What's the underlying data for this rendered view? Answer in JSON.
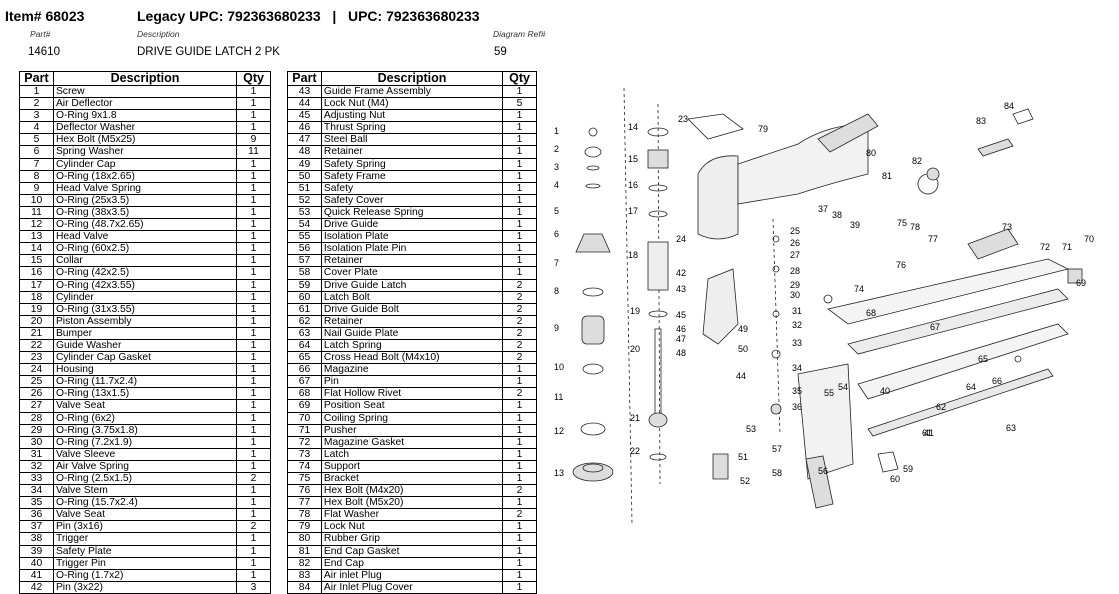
{
  "header": {
    "item_label": "Item#",
    "item_number": "68023",
    "legacy_upc_label": "Legacy UPC:",
    "legacy_upc": "792363680233",
    "separator": "|",
    "upc_label": "UPC:",
    "upc": "792363680233"
  },
  "subheader": {
    "part_label": "Part#",
    "description_label": "Description",
    "diagram_ref_label": "Diagram Ref#",
    "part_value": "14610",
    "description_value": "DRIVE GUIDE LATCH 2 PK",
    "diagram_ref_value": "59"
  },
  "table_headers": {
    "part": "Part",
    "description": "Description",
    "qty": "Qty"
  },
  "parts_left": [
    [
      "1",
      "Screw",
      "1"
    ],
    [
      "2",
      "Air Deflector",
      "1"
    ],
    [
      "3",
      "O-Ring 9x1.8",
      "1"
    ],
    [
      "4",
      "Deflector Washer",
      "1"
    ],
    [
      "5",
      "Hex Bolt (M5x25)",
      "9"
    ],
    [
      "6",
      "Spring Washer",
      "11"
    ],
    [
      "7",
      "Cylinder Cap",
      "1"
    ],
    [
      "8",
      "O-Ring (18x2.65)",
      "1"
    ],
    [
      "9",
      "Head Valve Spring",
      "1"
    ],
    [
      "10",
      "O-Ring (25x3.5)",
      "1"
    ],
    [
      "11",
      "O-Ring (38x3.5)",
      "1"
    ],
    [
      "12",
      "O-Ring (48.7x2.65)",
      "1"
    ],
    [
      "13",
      "Head Valve",
      "1"
    ],
    [
      "14",
      "O-Ring (60x2.5)",
      "1"
    ],
    [
      "15",
      "Collar",
      "1"
    ],
    [
      "16",
      "O-Ring (42x2.5)",
      "1"
    ],
    [
      "17",
      "O-Ring (42x3.55)",
      "1"
    ],
    [
      "18",
      "Cylinder",
      "1"
    ],
    [
      "19",
      "O-Ring (31x3.55)",
      "1"
    ],
    [
      "20",
      "Piston Assembly",
      "1"
    ],
    [
      "21",
      "Bumper",
      "1"
    ],
    [
      "22",
      "Guide Washer",
      "1"
    ],
    [
      "23",
      "Cylinder Cap Gasket",
      "1"
    ],
    [
      "24",
      "Housing",
      "1"
    ],
    [
      "25",
      "O-Ring (11.7x2.4)",
      "1"
    ],
    [
      "26",
      "O-Ring (13x1.5)",
      "1"
    ],
    [
      "27",
      "Valve Seat",
      "1"
    ],
    [
      "28",
      "O-Ring (6x2)",
      "1"
    ],
    [
      "29",
      "O-Ring (3.75x1.8)",
      "1"
    ],
    [
      "30",
      "O-Ring (7.2x1.9)",
      "1"
    ],
    [
      "31",
      "Valve Sleeve",
      "1"
    ],
    [
      "32",
      "Air Valve Spring",
      "1"
    ],
    [
      "33",
      "O-Ring (2.5x1.5)",
      "2"
    ],
    [
      "34",
      "Valve Stem",
      "1"
    ],
    [
      "35",
      "O-Ring (15.7x2.4)",
      "1"
    ],
    [
      "36",
      "Valve Seat",
      "1"
    ],
    [
      "37",
      "Pin (3x16)",
      "2"
    ],
    [
      "38",
      "Trigger",
      "1"
    ],
    [
      "39",
      "Safety Plate",
      "1"
    ],
    [
      "40",
      "Trigger Pin",
      "1"
    ],
    [
      "41",
      "O-Ring (1.7x2)",
      "1"
    ],
    [
      "42",
      "Pin (3x22)",
      "3"
    ]
  ],
  "parts_right": [
    [
      "43",
      "Guide Frame Assembly",
      "1"
    ],
    [
      "44",
      "Lock Nut (M4)",
      "5"
    ],
    [
      "45",
      "Adjusting Nut",
      "1"
    ],
    [
      "46",
      "Thrust Spring",
      "1"
    ],
    [
      "47",
      "Steel Ball",
      "1"
    ],
    [
      "48",
      "Retainer",
      "1"
    ],
    [
      "49",
      "Safety Spring",
      "1"
    ],
    [
      "50",
      "Safety Frame",
      "1"
    ],
    [
      "51",
      "Safety",
      "1"
    ],
    [
      "52",
      "Safety Cover",
      "1"
    ],
    [
      "53",
      "Quick Release Spring",
      "1"
    ],
    [
      "54",
      "Drive Guide",
      "1"
    ],
    [
      "55",
      "Isolation Plate",
      "1"
    ],
    [
      "56",
      "Isolation Plate Pin",
      "1"
    ],
    [
      "57",
      "Retainer",
      "1"
    ],
    [
      "58",
      "Cover Plate",
      "1"
    ],
    [
      "59",
      "Drive Guide Latch",
      "2"
    ],
    [
      "60",
      "Latch Bolt",
      "2"
    ],
    [
      "61",
      "Drive Guide Bolt",
      "2"
    ],
    [
      "62",
      "Retainer",
      "2"
    ],
    [
      "63",
      "Nail Guide Plate",
      "2"
    ],
    [
      "64",
      "Latch Spring",
      "2"
    ],
    [
      "65",
      "Cross Head Bolt (M4x10)",
      "2"
    ],
    [
      "66",
      "Magazine",
      "1"
    ],
    [
      "67",
      "Pin",
      "1"
    ],
    [
      "68",
      "Flat Hollow Rivet",
      "2"
    ],
    [
      "69",
      "Position Seat",
      "1"
    ],
    [
      "70",
      "Coiling Spring",
      "1"
    ],
    [
      "71",
      "Pusher",
      "1"
    ],
    [
      "72",
      "Magazine Gasket",
      "1"
    ],
    [
      "73",
      "Latch",
      "1"
    ],
    [
      "74",
      "Support",
      "1"
    ],
    [
      "75",
      "Bracket",
      "1"
    ],
    [
      "76",
      "Hex Bolt (M4x20)",
      "2"
    ],
    [
      "77",
      "Hex Bolt (M5x20)",
      "1"
    ],
    [
      "78",
      "Flat Washer",
      "2"
    ],
    [
      "79",
      "Lock Nut",
      "1"
    ],
    [
      "80",
      "Rubber Grip",
      "1"
    ],
    [
      "81",
      "End Cap Gasket",
      "1"
    ],
    [
      "82",
      "End Cap",
      "1"
    ],
    [
      "83",
      "Air inlet Plug",
      "1"
    ],
    [
      "84",
      "Air Inlet Plug Cover",
      "1"
    ]
  ],
  "diagram_callouts": [
    "1",
    "2",
    "3",
    "4",
    "5",
    "6",
    "7",
    "8",
    "9",
    "10",
    "11",
    "12",
    "13",
    "14",
    "15",
    "16",
    "17",
    "18",
    "19",
    "20",
    "21",
    "22",
    "23",
    "24",
    "25",
    "26",
    "27",
    "28",
    "29",
    "30",
    "31",
    "32",
    "33",
    "34",
    "35",
    "36",
    "37",
    "38",
    "39",
    "40",
    "41",
    "42",
    "43",
    "44",
    "45",
    "46",
    "47",
    "48",
    "49",
    "50",
    "51",
    "52",
    "53",
    "54",
    "55",
    "56",
    "57",
    "58",
    "59",
    "60",
    "61",
    "62",
    "63",
    "64",
    "65",
    "66",
    "67",
    "68",
    "69",
    "70",
    "71",
    "72",
    "73",
    "74",
    "75",
    "76",
    "77",
    "78",
    "79",
    "80",
    "81",
    "82",
    "83",
    "84"
  ]
}
